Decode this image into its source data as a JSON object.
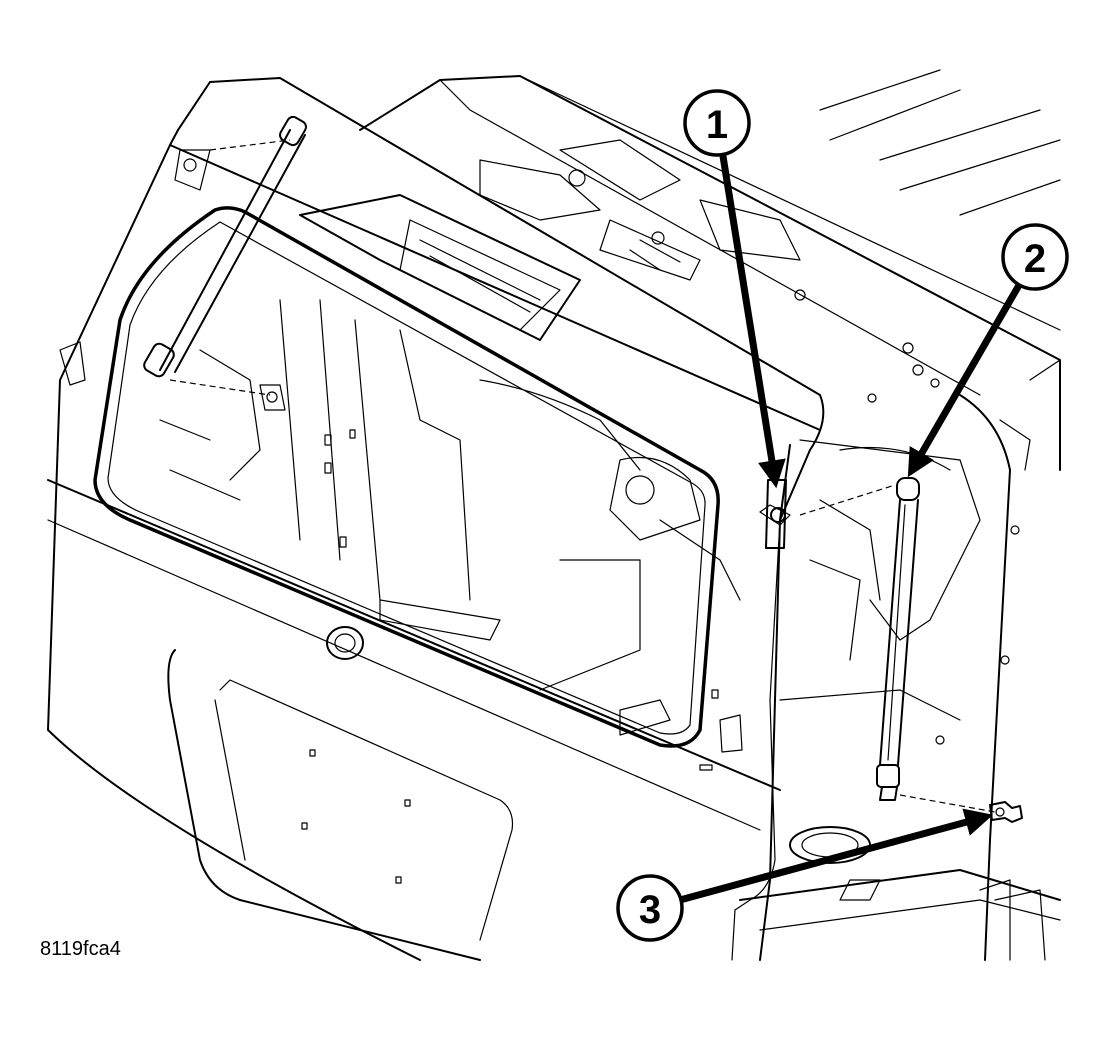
{
  "callouts": [
    {
      "number": "1"
    },
    {
      "number": "2"
    },
    {
      "number": "3"
    }
  ],
  "figure_id": "8119fca4"
}
